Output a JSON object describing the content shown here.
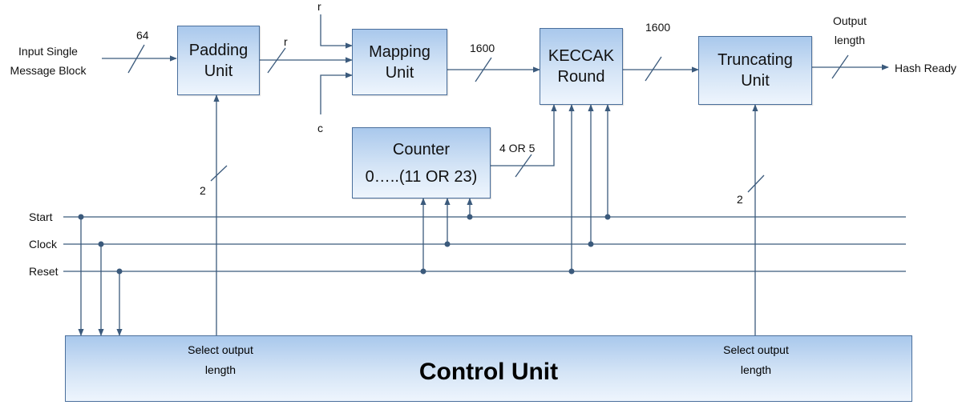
{
  "blocks": {
    "padding": {
      "line1": "Padding",
      "line2": "Unit"
    },
    "mapping": {
      "line1": "Mapping",
      "line2": "Unit"
    },
    "keccak": {
      "line1": "KECCAK",
      "line2": "Round"
    },
    "truncating": {
      "line1": "Truncating",
      "line2": "Unit"
    },
    "counter": {
      "line1": "Counter",
      "line2": "0…..(11 OR 23)"
    }
  },
  "control_unit": {
    "title": "Control Unit",
    "left_sub": {
      "line1": "Select output",
      "line2": "length"
    },
    "right_sub": {
      "line1": "Select output",
      "line2": "length"
    }
  },
  "labels": {
    "input_line1": "Input Single",
    "input_line2": "Message Block",
    "width_64": "64",
    "width_r_padding": "r",
    "r_top": "r",
    "c_bottom": "c",
    "width_1600_a": "1600",
    "width_1600_b": "1600",
    "output_line1": "Output",
    "output_line2": "length",
    "hash_ready": "Hash Ready",
    "counter_bus": "4 OR 5",
    "bus2_left": "2",
    "bus2_right": "2",
    "start": "Start",
    "clock": "Clock",
    "reset": "Reset"
  },
  "colors": {
    "line": "#3b5a7c",
    "block_border": "#4a6f9c",
    "block_fill_top": "#a9c8ec",
    "block_fill_bottom": "#eef5fd"
  }
}
